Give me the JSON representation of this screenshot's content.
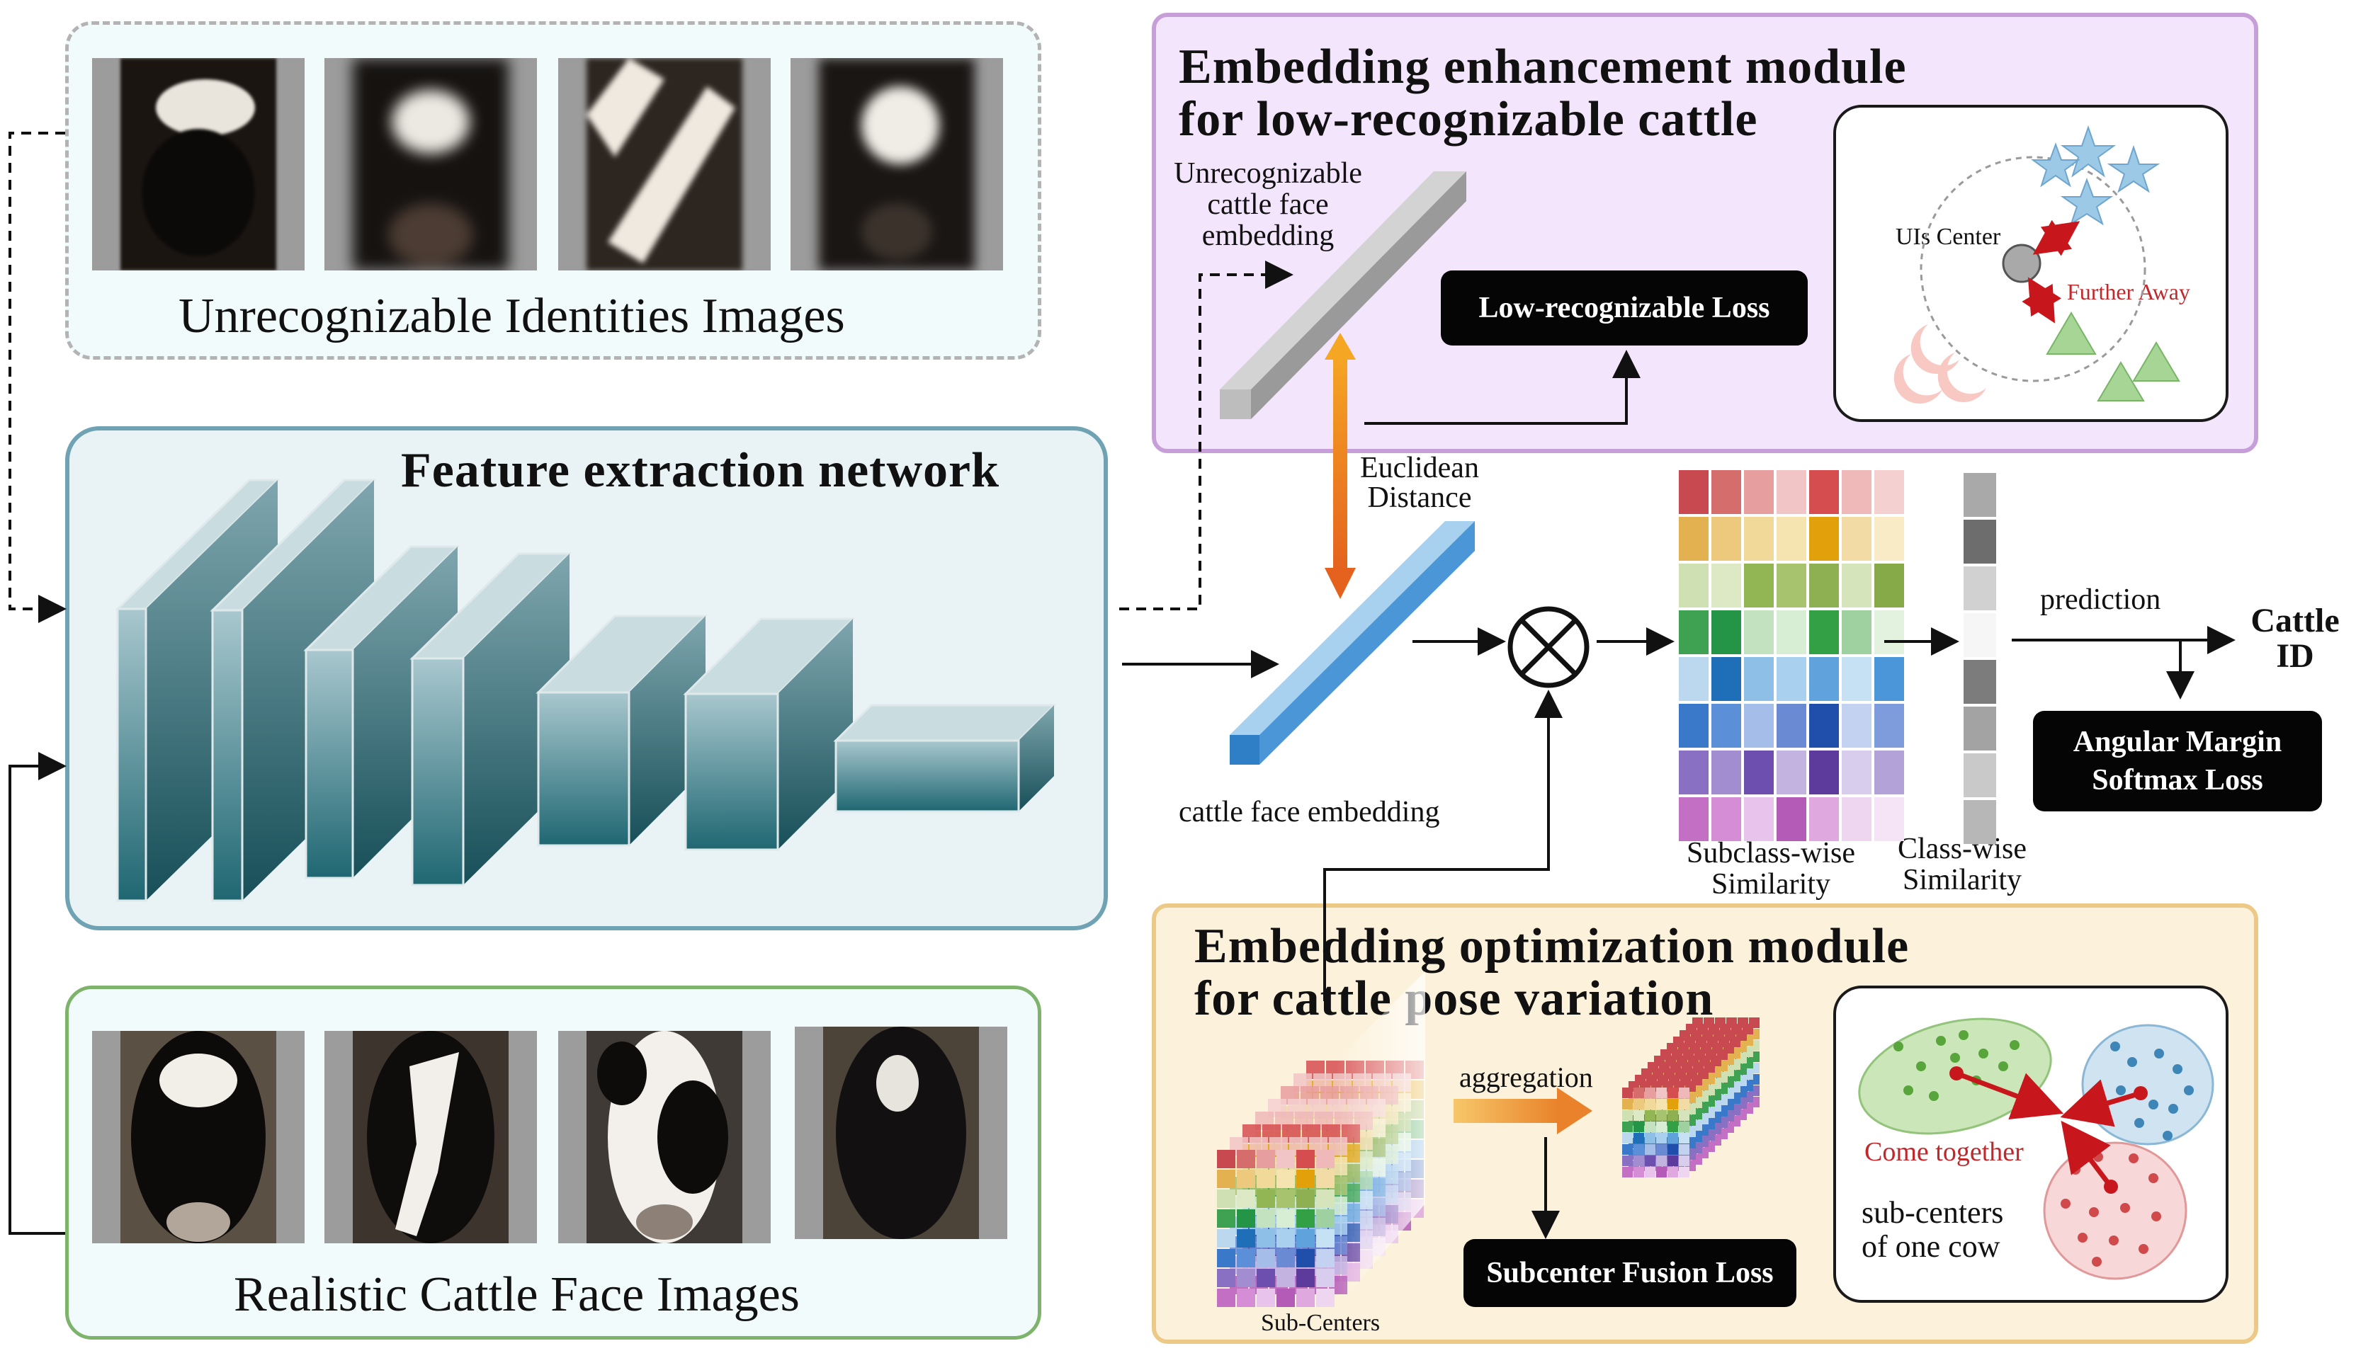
{
  "panels": {
    "unrecognizable": {
      "caption": "Unrecognizable Identities Images"
    },
    "feature": {
      "title": "Feature extraction network"
    },
    "realistic": {
      "caption": "Realistic Cattle Face Images"
    },
    "enhancement": {
      "title_line1": "Embedding enhancement module",
      "title_line2": "for low-recognizable cattle",
      "embedding_label_line1": "Unrecognizable",
      "embedding_label_line2": "cattle face",
      "embedding_label_line3": "embedding",
      "loss_label": "Low-recognizable Loss",
      "inset": {
        "center_label": "UIs Center",
        "away_label": "Further Away"
      }
    },
    "optimization": {
      "title_line1": "Embedding optimization module",
      "title_line2": "for cattle pose variation",
      "aggregation_label": "aggregation",
      "subcenters_label": "Sub-Centers",
      "loss_label": "Subcenter Fusion Loss",
      "inset": {
        "together_label": "Come together",
        "note_line1": "sub-centers",
        "note_line2": "of one cow"
      }
    }
  },
  "pipeline": {
    "euclidean_line1": "Euclidean",
    "euclidean_line2": "Distance",
    "embedding_label": "cattle face embedding",
    "subclass_line1": "Subclass-wise",
    "subclass_line2": "Similarity",
    "classwise_line1": "Class-wise",
    "classwise_line2": "Similarity",
    "prediction_label": "prediction",
    "output_line1": "Cattle",
    "output_line2": "ID",
    "loss_line1": "Angular Margin",
    "loss_line2": "Softmax Loss",
    "times_symbol": "⊗"
  },
  "colors": {
    "similarity_rows": [
      [
        "#c8494f",
        "#d56d6d",
        "#e79e9e",
        "#f1c5c5",
        "#d64d50",
        "#efb9b9",
        "#f4d0d0"
      ],
      [
        "#e3b14f",
        "#ecc97c",
        "#f1d99a",
        "#f5e3b0",
        "#e2a10b",
        "#f3dba6",
        "#f8ebc5"
      ],
      [
        "#cfe0b2",
        "#dce9c4",
        "#93b655",
        "#a7c36e",
        "#8fb052",
        "#d5e4ba",
        "#86aa47"
      ],
      [
        "#3fa152",
        "#249447",
        "#c3e2c0",
        "#d8eed4",
        "#33a046",
        "#9fd1a0",
        "#e3f2df"
      ],
      [
        "#bcd8ee",
        "#1f6fb8",
        "#8ebfe6",
        "#a9d0ef",
        "#5fa2dc",
        "#c7e1f4",
        "#4b96d8"
      ],
      [
        "#3a79c9",
        "#5b8fd8",
        "#a5bde9",
        "#6a8ad4",
        "#1f4faa",
        "#c3d2f0",
        "#7e9bdc"
      ],
      [
        "#8a70c2",
        "#a18dd0",
        "#6d4fb0",
        "#c2b3e0",
        "#5d3b9c",
        "#d9cdee",
        "#b3a2d8"
      ],
      [
        "#c36fc3",
        "#d58ed5",
        "#e8c4ec",
        "#b45bb7",
        "#dfa9e0",
        "#eed6f0",
        "#f4e4f5"
      ]
    ],
    "classwise_cells": [
      "#a9a9a9",
      "#6d6d6d",
      "#d1d1d1",
      "#f6f6f6",
      "#7c7c7c",
      "#a3a3a3",
      "#c9c9c9",
      "#b7b7b7"
    ]
  }
}
